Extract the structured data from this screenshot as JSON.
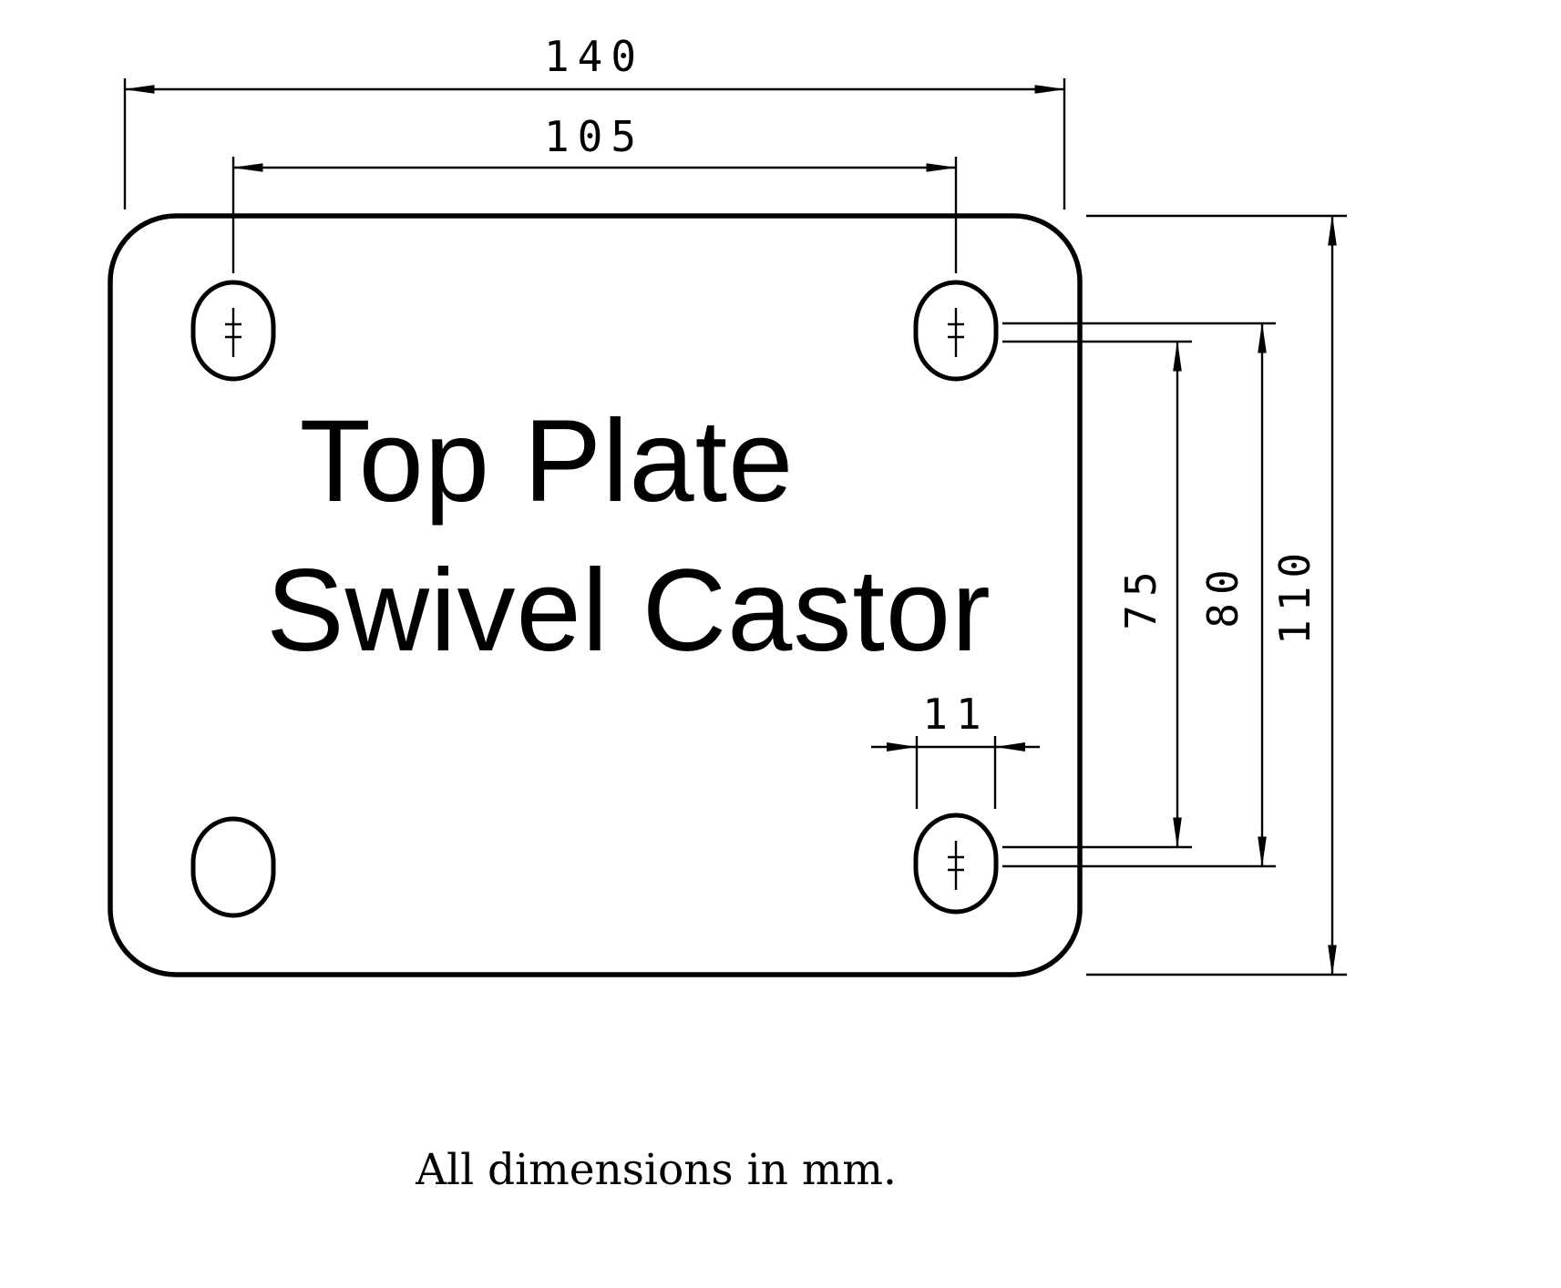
{
  "page": {
    "background_color": "#ffffff",
    "line_color": "#000000"
  },
  "drawing": {
    "title_line1": "Top Plate",
    "title_line2": "Swivel Castor",
    "footnote": "All dimensions in mm.",
    "dimensions": {
      "overall_width_mm": "140",
      "hole_spacing_horizontal_mm": "105",
      "slot_width_mm": "11",
      "hole_spacing_vertical_mm": "75",
      "hole_spacing_vertical_alt_mm": "80",
      "overall_depth_mm": "110"
    }
  }
}
